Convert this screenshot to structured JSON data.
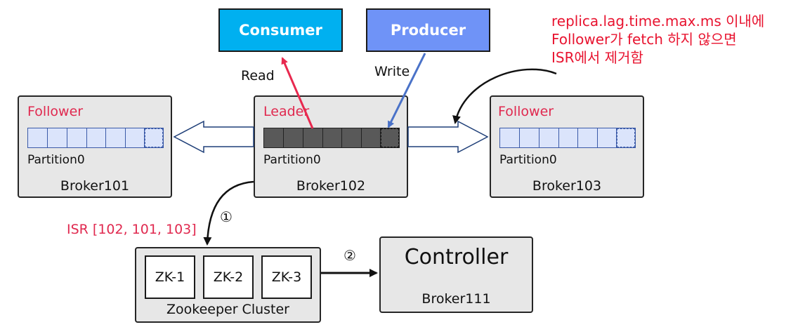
{
  "consumer": {
    "label": "Consumer",
    "color": "#00b0f0"
  },
  "producer": {
    "label": "Producer",
    "color": "#6f93f7"
  },
  "read_label": "Read",
  "write_label": "Write",
  "annotation": {
    "lines": [
      "replica.lag.time.max.ms 이내에",
      "Follower가 fetch 하지 않으면",
      "ISR에서 제거함"
    ],
    "color": "#e8132f"
  },
  "brokers": [
    {
      "role": "Follower",
      "partition": "Partition0",
      "name": "Broker101"
    },
    {
      "role": "Leader",
      "partition": "Partition0",
      "name": "Broker102"
    },
    {
      "role": "Follower",
      "partition": "Partition0",
      "name": "Broker103"
    }
  ],
  "isr_label": "ISR [102, 101, 103]",
  "step1": "①",
  "step2": "②",
  "zookeeper": {
    "nodes": [
      "ZK-1",
      "ZK-2",
      "ZK-3"
    ],
    "label": "Zookeeper Cluster"
  },
  "controller": {
    "title": "Controller",
    "broker": "Broker111"
  },
  "colors": {
    "follower_segment": "#dbe4fb",
    "segment_border": "#3b5aa8",
    "leader_segment": "#595959",
    "box_fill": "#e7e7e7",
    "role_text": "#e0294f",
    "read_arrow": "#e8294f",
    "write_arrow": "#4a72c8"
  }
}
